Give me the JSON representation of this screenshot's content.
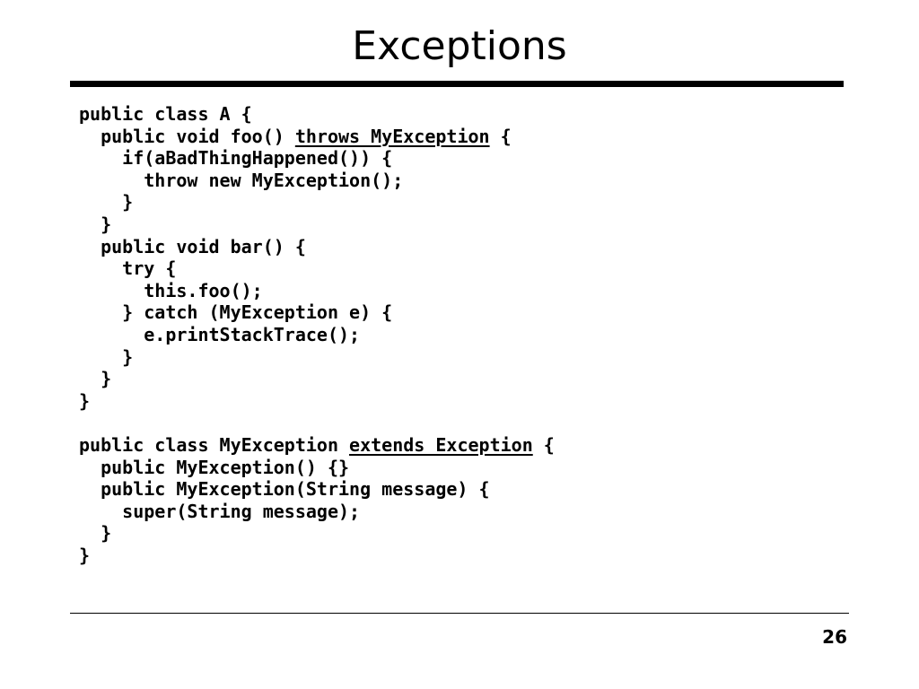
{
  "slide": {
    "title": "Exceptions",
    "page_number": "26"
  },
  "code_lines": [
    [
      {
        "t": "public class A {"
      }
    ],
    [
      {
        "t": "  public void foo() "
      },
      {
        "t": "throws MyException",
        "u": true
      },
      {
        "t": " {"
      }
    ],
    [
      {
        "t": "    if(aBadThingHappened()) {"
      }
    ],
    [
      {
        "t": "      throw new MyException();"
      }
    ],
    [
      {
        "t": "    }"
      }
    ],
    [
      {
        "t": "  }"
      }
    ],
    [
      {
        "t": "  public void bar() {"
      }
    ],
    [
      {
        "t": "    try {"
      }
    ],
    [
      {
        "t": "      this.foo();"
      }
    ],
    [
      {
        "t": "    } catch (MyException e) {"
      }
    ],
    [
      {
        "t": "      e.printStackTrace();"
      }
    ],
    [
      {
        "t": "    }"
      }
    ],
    [
      {
        "t": "  }"
      }
    ],
    [
      {
        "t": "}"
      }
    ],
    [
      {
        "t": ""
      }
    ],
    [
      {
        "t": "public class MyException "
      },
      {
        "t": "extends Exception",
        "u": true
      },
      {
        "t": " {"
      }
    ],
    [
      {
        "t": "  public MyException() {}"
      }
    ],
    [
      {
        "t": "  public MyException(String message) {"
      }
    ],
    [
      {
        "t": "    super(String message);"
      }
    ],
    [
      {
        "t": "  }"
      }
    ],
    [
      {
        "t": "}"
      }
    ]
  ]
}
